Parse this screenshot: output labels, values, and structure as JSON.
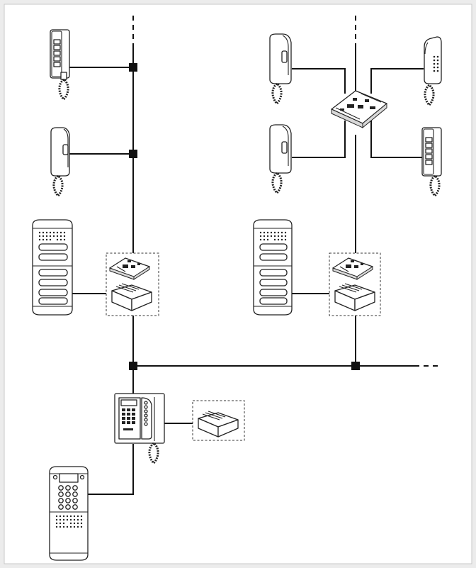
{
  "colors": {
    "background": "#ececec",
    "panel": "#ffffff"
  },
  "diagram_data": {
    "devices": [
      {
        "id": "handset-1",
        "kind": "wall-intercom-handset"
      },
      {
        "id": "handset-2",
        "kind": "wall-intercom-handset"
      },
      {
        "id": "door-panel-left",
        "kind": "entrance-push-button-panel"
      },
      {
        "id": "interface-box-left",
        "kind": "interface-and-power-supply"
      },
      {
        "id": "handset-3",
        "kind": "wall-intercom-handset"
      },
      {
        "id": "handset-4",
        "kind": "wall-intercom-handset"
      },
      {
        "id": "handset-5",
        "kind": "wall-intercom-handset"
      },
      {
        "id": "handset-6",
        "kind": "wall-intercom-handset"
      },
      {
        "id": "distributor-board",
        "kind": "floor-distributor-board"
      },
      {
        "id": "door-panel-right",
        "kind": "entrance-push-button-panel"
      },
      {
        "id": "interface-box-right",
        "kind": "interface-and-power-supply"
      },
      {
        "id": "switchboard",
        "kind": "concierge-switchboard"
      },
      {
        "id": "power-supply-box",
        "kind": "power-supply"
      },
      {
        "id": "keypad-panel",
        "kind": "keypad-entrance-panel"
      }
    ]
  }
}
